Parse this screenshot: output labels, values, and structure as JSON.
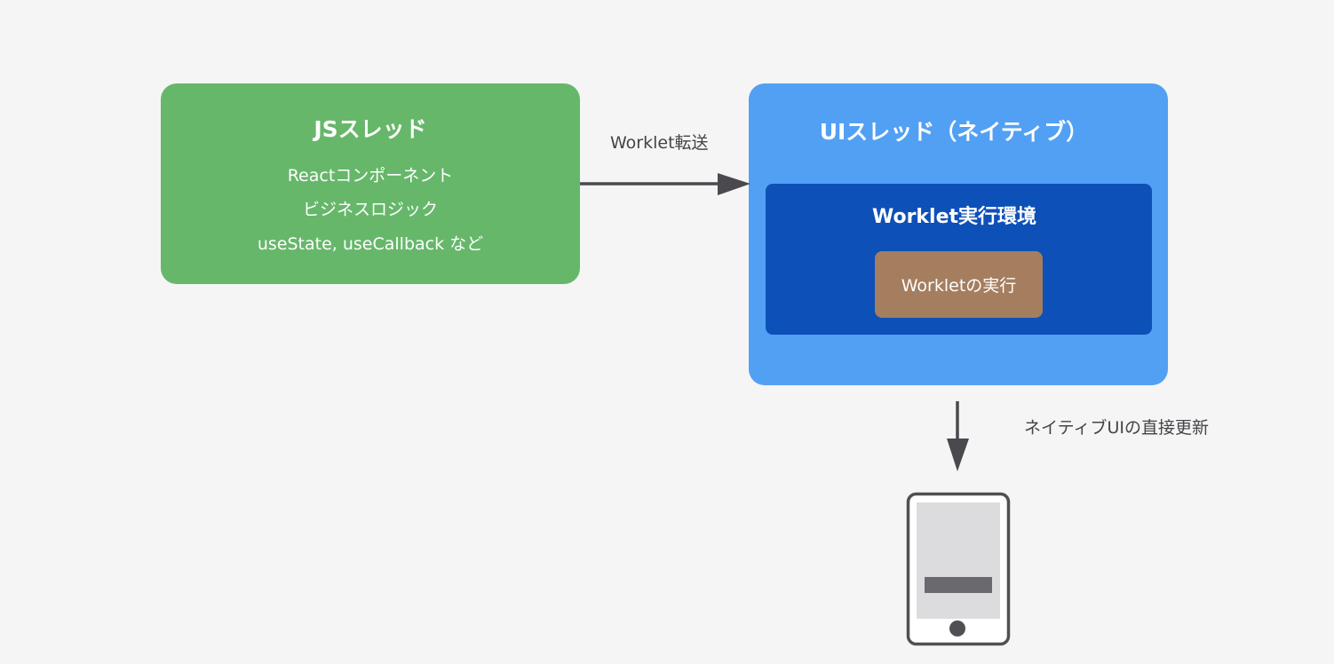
{
  "diagram": {
    "js_thread": {
      "title": "JSスレッド",
      "lines": [
        "Reactコンポーネント",
        "ビジネスロジック",
        "useState, useCallback など"
      ],
      "color": "#66b76a"
    },
    "ui_thread": {
      "title": "UIスレッド（ネイティブ）",
      "color": "#52a0f3",
      "worklet_env": {
        "title": "Worklet実行環境",
        "color": "#0d50b8",
        "worklet_exec": {
          "label": "Workletの実行",
          "color": "#a47e5e"
        }
      }
    },
    "edges": {
      "transfer": {
        "label": "Worklet転送",
        "from": "js_thread",
        "to": "ui_thread"
      },
      "update": {
        "label": "ネイティブUIの直接更新",
        "from": "ui_thread",
        "to": "device"
      }
    },
    "device": {
      "icon": "smartphone-icon"
    },
    "arrow_color": "#4a4a4e"
  }
}
